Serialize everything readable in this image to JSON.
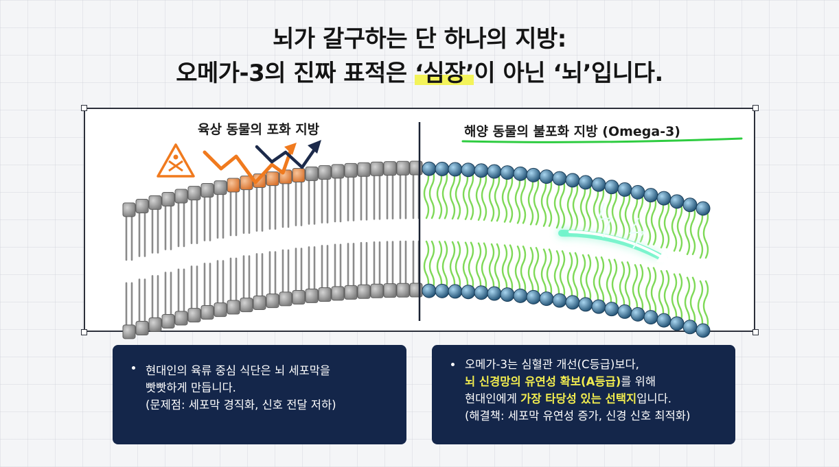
{
  "title": {
    "line1": "뇌가 갈구하는 단 하나의 지방:",
    "line2_a": "오메가-3의 진짜 표적은 ",
    "line2_hl": "‘심장’",
    "line2_b": "이 아닌 ‘뇌’입니다."
  },
  "diagram": {
    "left_label": "육상 동물의 포화 지방",
    "right_label": "해양 동물의 불포화 지방 (Omega-3)",
    "icons": [
      "warning-triangle-icon",
      "trend-arrows-icon",
      "lightning-arrow-icon"
    ],
    "colors": {
      "saturated_head": "#9c9c9c",
      "warning_orange": "#f07a1e",
      "omega_head": "#2e6b8e",
      "omega_tail": "#7ed957",
      "glow": "#5cf2c4"
    }
  },
  "left_box": {
    "line1": "현대인의 육류 중심 식단은 뇌 세포막을",
    "line2": "빳빳하게 만듭니다.",
    "line3": "(문제점: 세포막 경직화, 신호 전달 저하)"
  },
  "right_box": {
    "line1": "오메가-3는 심혈관 개선(C등급)보다,",
    "line2_hl": "뇌 신경망의 유연성 확보(A등급)",
    "line2_b": "를 위해",
    "line3_a": "현대인에게 ",
    "line3_hl": "가장 타당성 있는 선택지",
    "line3_b": "입니다.",
    "line4": "(해결책: 세포막 유연성 증가, 신경 신호 최적화)"
  }
}
